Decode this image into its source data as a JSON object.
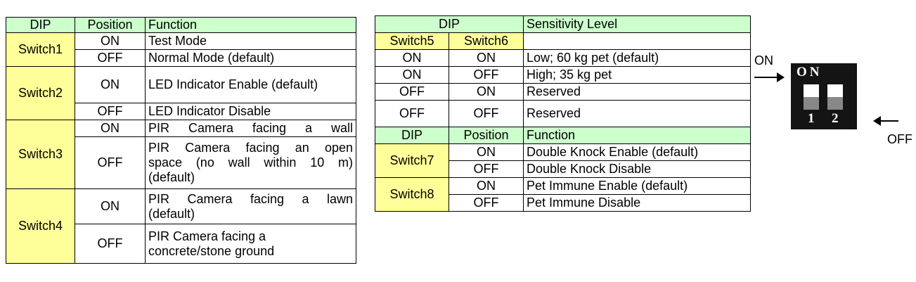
{
  "table1": {
    "headers": [
      "DIP",
      "Position",
      "Function"
    ],
    "rows": {
      "s1": {
        "name": "Switch1",
        "on_pos": "ON",
        "on_fn": "Test Mode",
        "off_pos": "OFF",
        "off_fn": "Normal Mode (default)"
      },
      "s2": {
        "name": "Switch2",
        "on_pos": "ON",
        "on_fn": "LED Indicator Enable (default)",
        "off_pos": "OFF",
        "off_fn": "LED Indicator Disable"
      },
      "s3": {
        "name": "Switch3",
        "on_pos": "ON",
        "on_fn": "PIR Camera facing a wall",
        "off_pos": "OFF",
        "off_fn_l1": "PIR Camera facing an open",
        "off_fn_l2": "space (no wall within 10 m)",
        "off_fn_l3": "(default)"
      },
      "s4": {
        "name": "Switch4",
        "on_pos": "ON",
        "on_fn_l1": "PIR Camera facing a lawn",
        "on_fn_l2": "(default)",
        "off_pos": "OFF",
        "off_fn_l1": "PIR Camera facing a",
        "off_fn_l2": "concrete/stone ground"
      }
    }
  },
  "table2": {
    "header_dip": "DIP",
    "header_level": "Sensitivity Level",
    "sub_switch5": "Switch5",
    "sub_switch6": "Switch6",
    "sens_rows": [
      {
        "s5": "ON",
        "s6": "ON",
        "level": "Low; 60 kg pet (default)"
      },
      {
        "s5": "ON",
        "s6": "OFF",
        "level": "High; 35 kg pet"
      },
      {
        "s5": "OFF",
        "s6": "ON",
        "level": "Reserved"
      },
      {
        "s5": "OFF",
        "s6": "OFF",
        "level": "Reserved"
      }
    ],
    "headers2": [
      "DIP",
      "Position",
      "Function"
    ],
    "s7": {
      "name": "Switch7",
      "on_pos": "ON",
      "on_fn": "Double Knock Enable (default)",
      "off_pos": "OFF",
      "off_fn": "Double Knock Disable"
    },
    "s8": {
      "name": "Switch8",
      "on_pos": "ON",
      "on_fn": "Pet Immune Enable (default)",
      "off_pos": "OFF",
      "off_fn": "Pet Immune Disable"
    }
  },
  "dip_diagram": {
    "on_label": "ON",
    "off_label": "OFF",
    "chip_on_text": "ON",
    "switch_1": "1",
    "switch_2": "2"
  },
  "colors": {
    "header_bg": "#ccffcc",
    "switch_bg": "#ffff99",
    "chip_bg": "#141414"
  }
}
